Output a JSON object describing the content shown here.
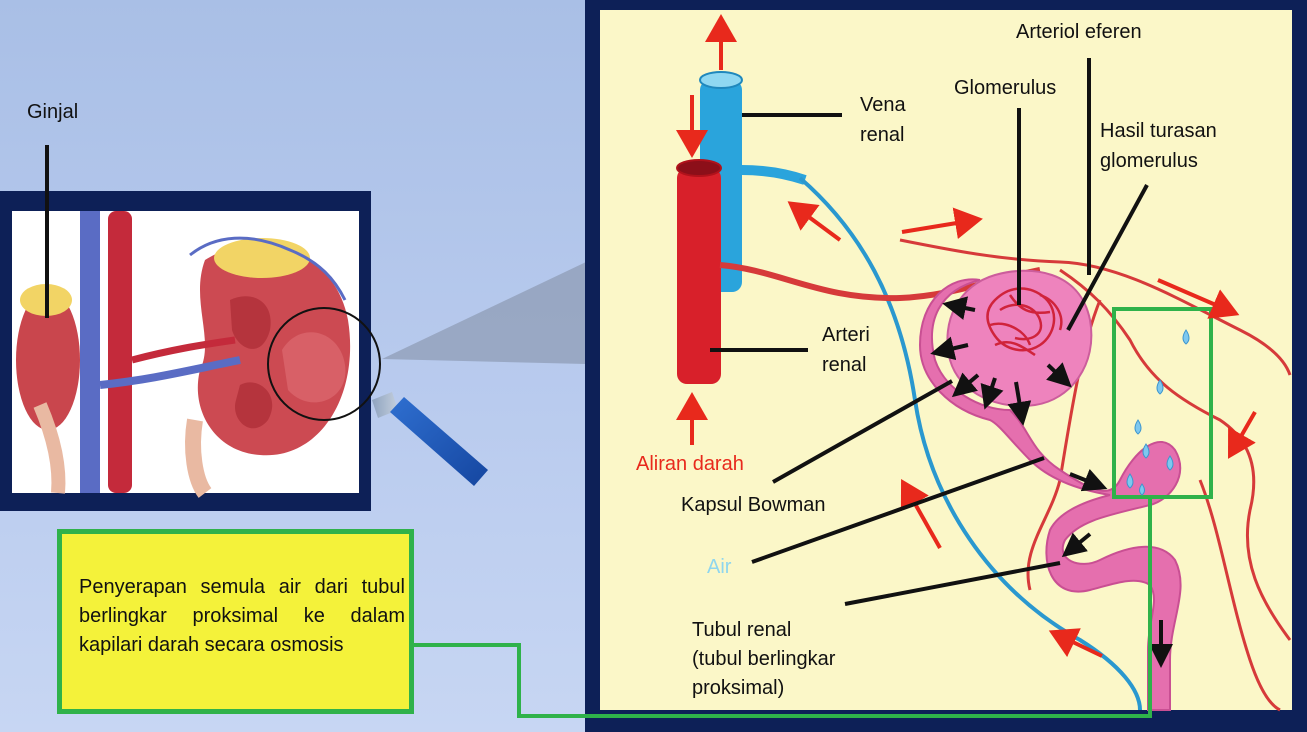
{
  "labels": {
    "ginjal": "Ginjal",
    "vena_renal": [
      "Vena",
      "renal"
    ],
    "arteri_renal": [
      "Arteri",
      "renal"
    ],
    "arteriol_eferen": "Arteriol eferen",
    "glomerulus": "Glomerulus",
    "hasil_turasan": [
      "Hasil turasan",
      "glomerulus"
    ],
    "aliran_darah": "Aliran darah",
    "kapsul_bowman": "Kapsul Bowman",
    "air": "Air",
    "tubul_renal": [
      "Tubul renal",
      "(tubul berlingkar",
      "proksimal)"
    ]
  },
  "callout": {
    "text": "Penyerapan semula air dari tubul berlingkar proksimal ke dalam kapilari darah secara osmosis"
  },
  "colors": {
    "frame": "#0d2057",
    "panel": "#fbf7c8",
    "highlight_border": "#2fb24a",
    "callout_fill": "#f4f23a",
    "arrow_red": "#e8291c",
    "artery": "#d8202a",
    "vein": "#2aa4dc",
    "tubule": "#e56fae",
    "air_text": "#8fd6ee",
    "aliran_text": "#e8291c"
  }
}
